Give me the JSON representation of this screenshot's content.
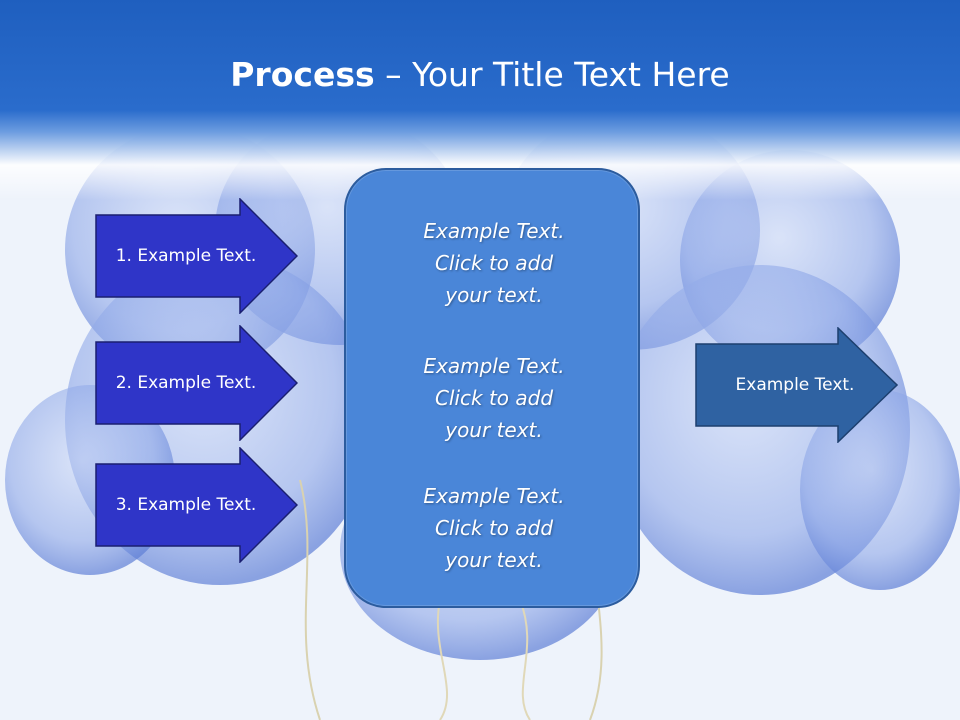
{
  "slide": {
    "title_bold": "Process",
    "title_rest": " – Your Title Text Here"
  },
  "left_arrows": [
    {
      "label": "1. Example Text."
    },
    {
      "label": "2. Example Text."
    },
    {
      "label": "3. Example Text."
    }
  ],
  "center_box": {
    "paragraphs": [
      {
        "line1": "Example Text.",
        "line2": "Click  to add",
        "line3": "your text."
      },
      {
        "line1": "Example Text.",
        "line2": "Click  to add",
        "line3": "your text."
      },
      {
        "line1": "Example Text.",
        "line2": "Click  to add",
        "line3": "your text."
      }
    ]
  },
  "right_arrow": {
    "label": "Example Text."
  },
  "colors": {
    "header": "#2a6ccc",
    "left_arrow_fill": "#2f35c8",
    "center_box_fill": "#4a86d8",
    "right_arrow_fill": "#2f62a2"
  }
}
